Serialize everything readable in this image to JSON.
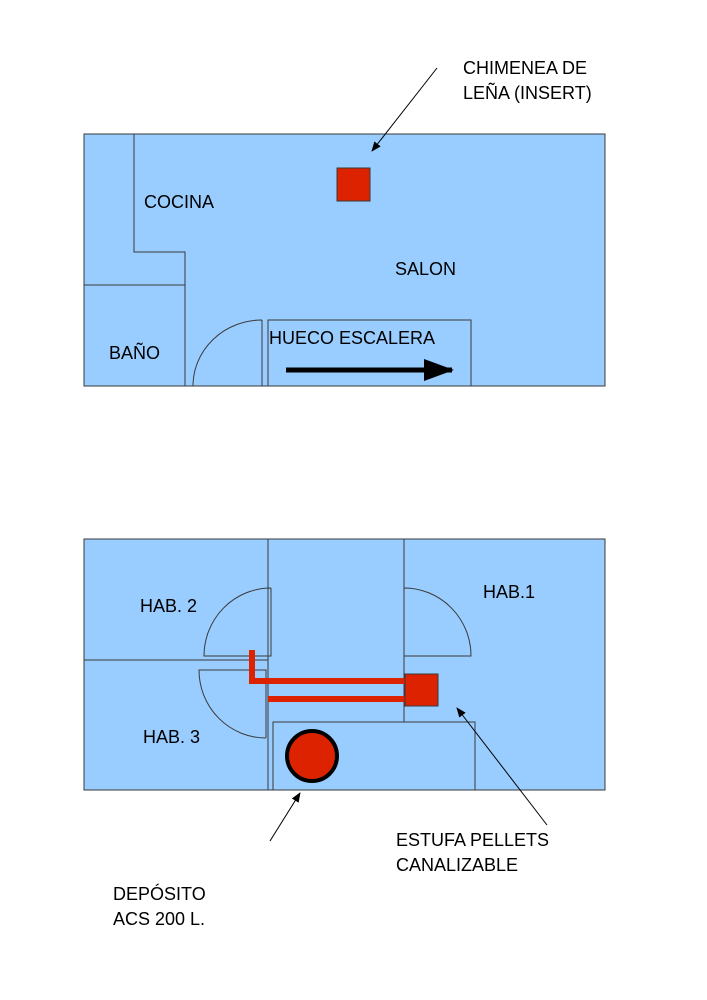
{
  "colors": {
    "floor": "#99ccff",
    "outline": "#3a3a3a",
    "stove": "#dd2200",
    "arrow": "#000000"
  },
  "top_floor": {
    "rooms": {
      "kitchen": "COCINA",
      "living_room": "SALON",
      "bathroom": "BAÑO",
      "stairwell": "HUECO ESCALERA"
    },
    "fireplace_label_lines": [
      "CHIMENEA DE",
      "LEÑA (INSERT)"
    ]
  },
  "bottom_floor": {
    "rooms": {
      "bedroom_1": "HAB.1",
      "bedroom_2": "HAB. 2",
      "bedroom_3": "HAB. 3"
    },
    "stove_label_lines": [
      "ESTUFA PELLETS",
      "CANALIZABLE"
    ],
    "tank_label_lines": [
      "DEPÓSITO",
      "ACS 200 L."
    ]
  }
}
